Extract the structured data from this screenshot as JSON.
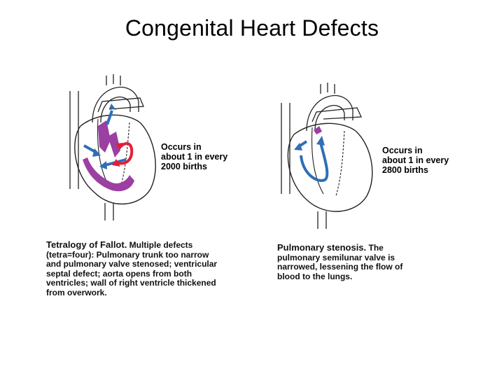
{
  "title": "Congenital Heart Defects",
  "panels": [
    {
      "stat_lines": [
        "Occurs in",
        "about 1 in every",
        "2000 births"
      ],
      "caption_lead": "Tetralogy of Fallot.",
      "caption_lines": [
        "Multiple defects",
        "(tetra=four): Pulmonary trunk too narrow",
        "and pulmonary valve stenosed; ventricular",
        "septal defect; aorta opens from both",
        "ventricles; wall of right ventricle thickened",
        "from overwork."
      ],
      "highlight_color": "#9b3fa3",
      "arrow_blue": "#2f6fb5",
      "arrow_red": "#e0203a"
    },
    {
      "stat_lines": [
        "Occurs in",
        "about 1 in every",
        "2800 births"
      ],
      "caption_lead": "Pulmonary stenosis.",
      "caption_lines": [
        "The",
        "pulmonary semilunar valve is",
        "narrowed, lessening the flow of",
        "blood to the lungs."
      ],
      "highlight_color": "#9b3fa3",
      "arrow_blue": "#2f6fb5"
    }
  ]
}
